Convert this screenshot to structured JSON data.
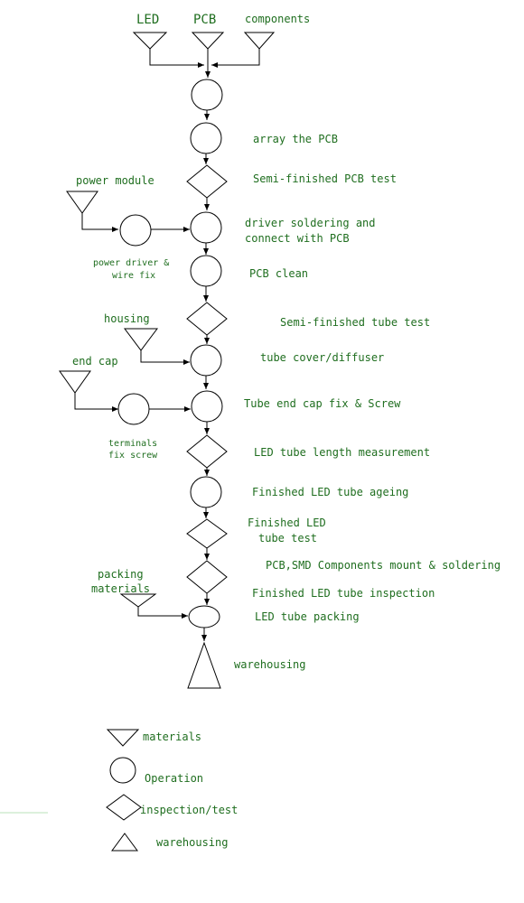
{
  "top_materials": {
    "led": "LED",
    "pcb": "PCB",
    "components": "components"
  },
  "side_materials": {
    "power_module": "power module",
    "housing": "housing",
    "end_cap": "end cap",
    "packing_materials_1": "packing",
    "packing_materials_2": "materials"
  },
  "side_operations": {
    "power_driver_1": "power driver &",
    "power_driver_2": "wire fix",
    "terminals_1": "terminals",
    "terminals_2": "fix screw"
  },
  "steps": {
    "array_pcb": "array the PCB",
    "semi_pcb_test": "Semi-finished PCB test",
    "driver_soldering_1": "driver soldering and",
    "driver_soldering_2": "connect with PCB",
    "pcb_clean": "PCB clean",
    "semi_tube_test": "Semi-finished tube test",
    "tube_cover": "tube cover/diffuser",
    "end_cap_fix": "Tube end cap fix & Screw",
    "length_measure": "LED tube length measurement",
    "ageing": "Finished LED tube ageing",
    "finished_test_1": "Finished LED",
    "finished_test_2": "tube test",
    "smd_mount": "PCB,SMD Components mount & soldering",
    "inspection": "Finished LED tube inspection",
    "packing": "LED tube packing",
    "warehousing": "warehousing"
  },
  "legend": {
    "materials": "materials",
    "operation": "Operation",
    "inspection": "inspection/test",
    "warehousing": "warehousing"
  },
  "colors": {
    "text": "#1f6e1f",
    "line": "#000000"
  }
}
